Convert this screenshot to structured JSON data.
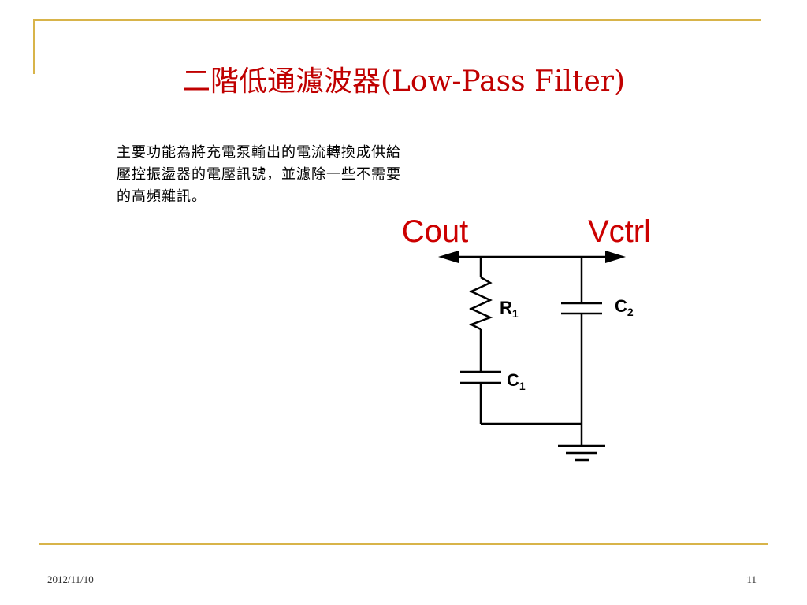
{
  "slide": {
    "title": "二階低通濾波器(Low-Pass Filter)",
    "description_lines": [
      "主要功能為將充電泵輸出的電流轉換成供給",
      "壓控振盪器的電壓訊號，並濾除一些不需要",
      "的高頻雜訊。"
    ]
  },
  "circuit": {
    "left_port_label": "Cout",
    "right_port_label": "Vctrl",
    "resistor_1": {
      "letter": "R",
      "sub": "1"
    },
    "capacitor_1": {
      "letter": "C",
      "sub": "1"
    },
    "capacitor_2": {
      "letter": "C",
      "sub": "2"
    },
    "port_label_color": "#cc0000"
  },
  "footer": {
    "date": "2012/11/10",
    "page_number": "11"
  },
  "colors": {
    "title": "#c00000",
    "accent_rule": "#d8b44a"
  }
}
